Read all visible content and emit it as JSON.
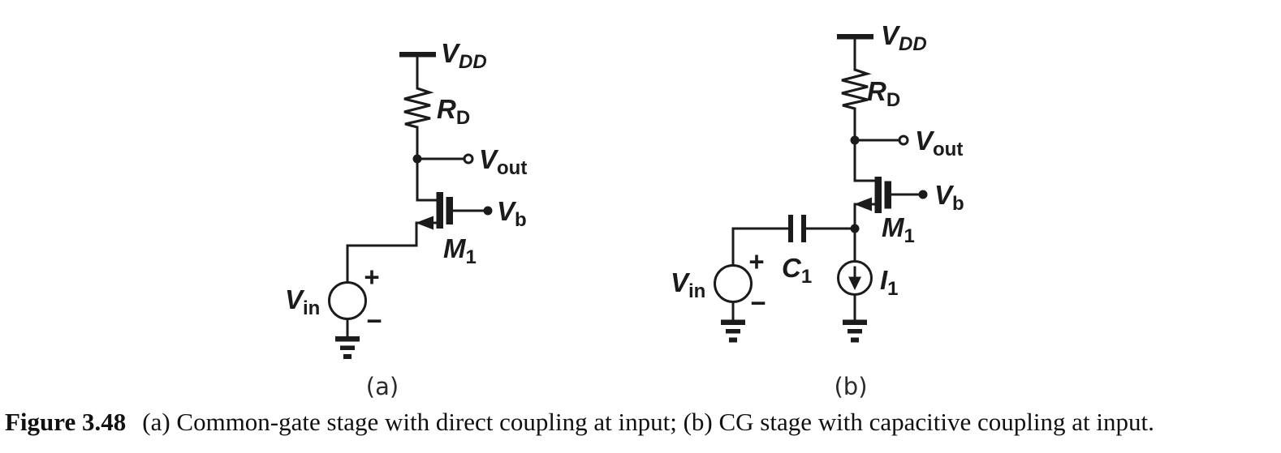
{
  "figure": {
    "caption_label": "Figure 3.48",
    "caption_text": "(a) Common-gate stage with direct coupling at input; (b) CG stage with capacitive coupling at input."
  },
  "circuit_a": {
    "sublabel": "(a)",
    "labels": {
      "vdd": {
        "main": "V",
        "sub": "DD"
      },
      "rd": {
        "main": "R",
        "sub": "D"
      },
      "vout": {
        "main": "V",
        "sub": "out"
      },
      "vb": {
        "main": "V",
        "sub": "b"
      },
      "m1": {
        "main": "M",
        "sub": "1"
      },
      "vin": {
        "main": "V",
        "sub": "in"
      },
      "plus": "+",
      "minus": "−"
    }
  },
  "circuit_b": {
    "sublabel": "(b)",
    "labels": {
      "vdd": {
        "main": "V",
        "sub": "DD"
      },
      "rd": {
        "main": "R",
        "sub": "D"
      },
      "vout": {
        "main": "V",
        "sub": "out"
      },
      "vb": {
        "main": "V",
        "sub": "b"
      },
      "m1": {
        "main": "M",
        "sub": "1"
      },
      "vin": {
        "main": "V",
        "sub": "in"
      },
      "c1": {
        "main": "C",
        "sub": "1"
      },
      "i1": {
        "main": "I",
        "sub": "1"
      },
      "plus": "+",
      "minus": "−"
    }
  },
  "colors": {
    "ink": "#1b1b1b",
    "background": "#ffffff"
  }
}
